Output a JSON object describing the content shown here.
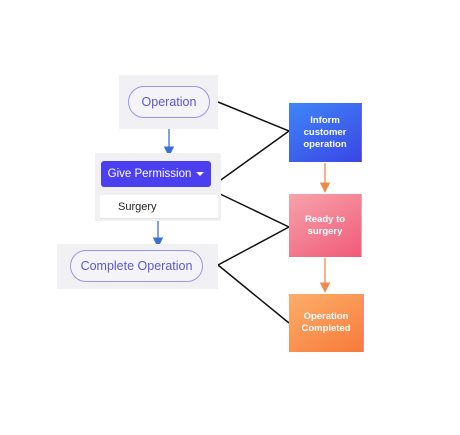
{
  "left": {
    "operation_label": "Operation",
    "give_permission_label": "Give Permission",
    "dropdown_option": "Surgery",
    "complete_operation_label": "Complete Operation"
  },
  "right": {
    "box1_label": "Inform\ncustomer\noperation",
    "box2_label": "Ready to\nsurgery",
    "box3_label": "Operation\nCompleted"
  },
  "colors": {
    "accent": "#4b3ff0",
    "flow_arrow_left": "#3a6fd6",
    "flow_arrow_right": "#f08a4a",
    "connector": "#111111"
  }
}
